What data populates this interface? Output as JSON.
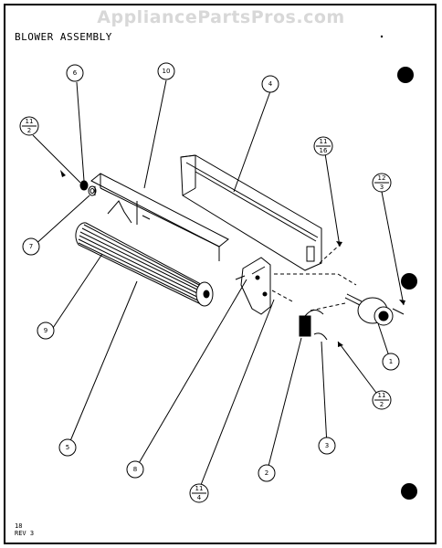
{
  "watermark": "AppliancePartsPros.com",
  "title": "BLOWER ASSEMBLY",
  "footer": {
    "page_number": "18",
    "revision": "REV 3"
  },
  "callouts": [
    {
      "id": "c6",
      "label": "6"
    },
    {
      "id": "c10",
      "label": "10"
    },
    {
      "id": "c4",
      "label": "4"
    },
    {
      "id": "c7",
      "label": "7"
    },
    {
      "id": "c9",
      "label": "9"
    },
    {
      "id": "c5",
      "label": "5"
    },
    {
      "id": "c8",
      "label": "8"
    },
    {
      "id": "c2",
      "label": "2"
    },
    {
      "id": "c3",
      "label": "3"
    },
    {
      "id": "c1",
      "label": "1"
    }
  ],
  "fraction_callouts": [
    {
      "id": "f1",
      "numerator": "11",
      "denominator": "2"
    },
    {
      "id": "f2",
      "numerator": "11",
      "denominator": "16"
    },
    {
      "id": "f3",
      "numerator": "12",
      "denominator": "3"
    },
    {
      "id": "f4",
      "numerator": "11",
      "denominator": "2"
    },
    {
      "id": "f5",
      "numerator": "11",
      "denominator": "4"
    }
  ],
  "colors": {
    "ink": "#000000",
    "watermark": "#d8d8d8",
    "paper": "#ffffff"
  }
}
